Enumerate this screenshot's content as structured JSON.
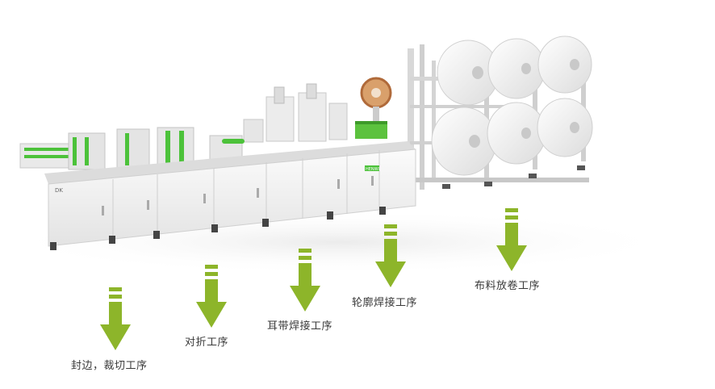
{
  "machine": {
    "brand_text": "DK",
    "panel_text": "HENWU"
  },
  "stages": [
    {
      "id": "seal-cut",
      "label": "封边，裁切工序"
    },
    {
      "id": "fold",
      "label": "对折工序"
    },
    {
      "id": "earloop",
      "label": "耳带焊接工序"
    },
    {
      "id": "outline",
      "label": "轮廓焊接工序"
    },
    {
      "id": "unwind",
      "label": "布料放卷工序"
    }
  ],
  "colors": {
    "arrow_green": "#8db52a",
    "arrow_dark": "#7aa020",
    "machine_body": "#f3f3f3",
    "machine_edge": "#cfcfcf",
    "accent_green": "#4cc23a",
    "label_text": "#3a3a3a"
  }
}
